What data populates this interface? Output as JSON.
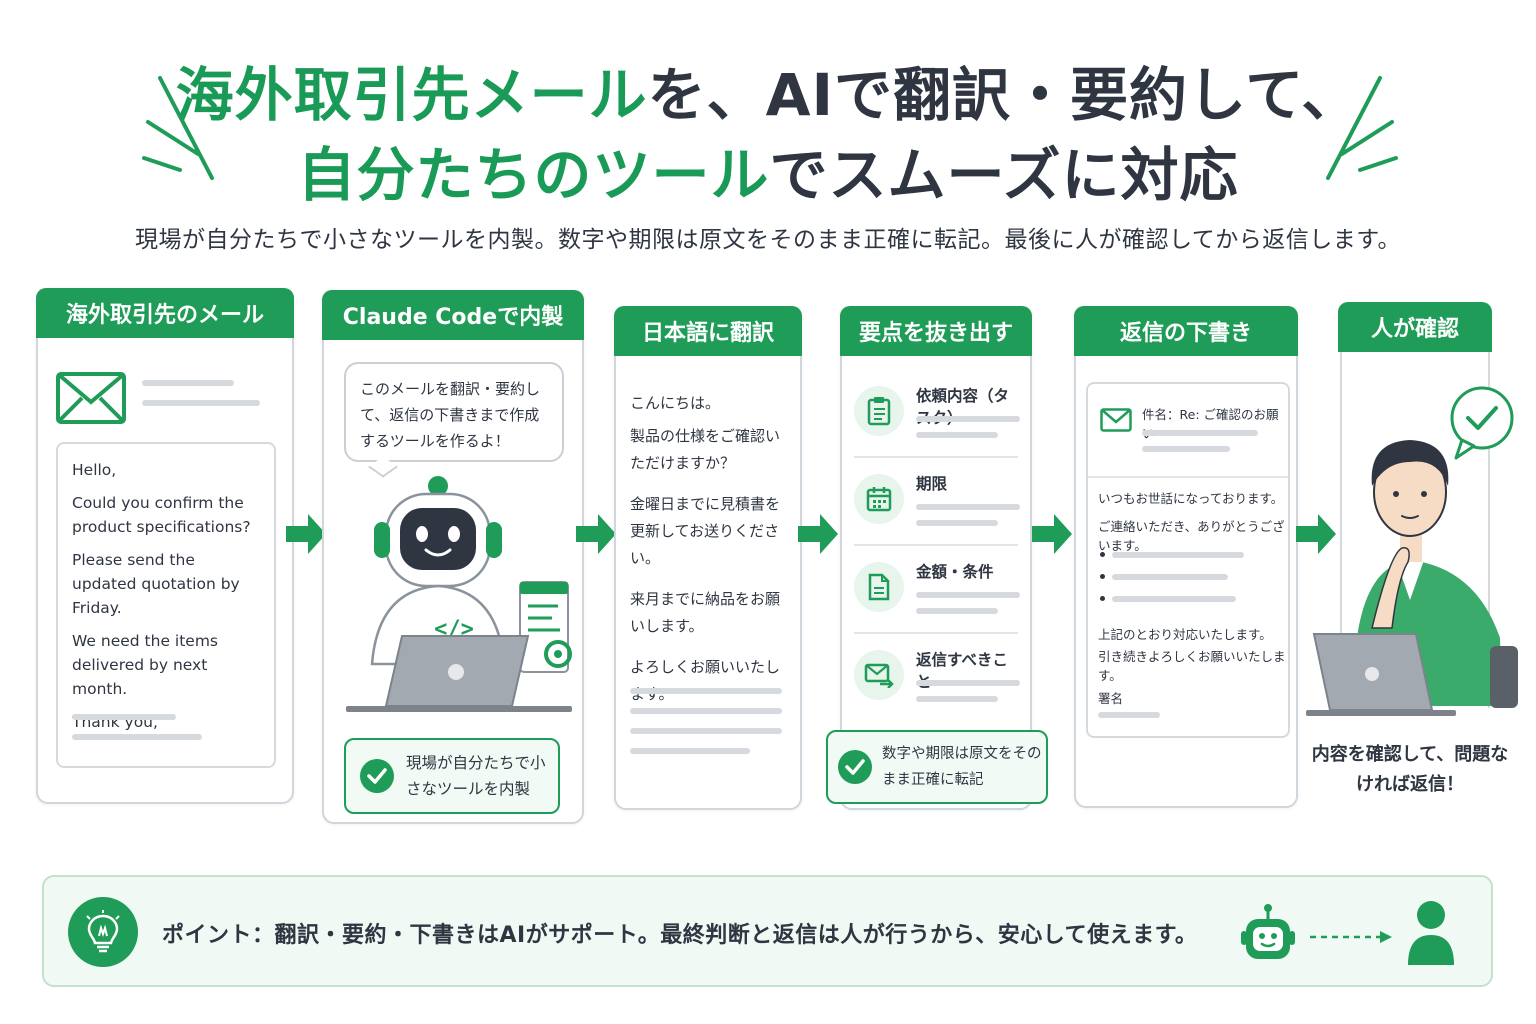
{
  "title": {
    "line1_green": "海外取引先メール",
    "line1_dark": "を、AIで翻訳・要約して、",
    "line2_green": "自分たちのツール",
    "line2_dark": "でスムーズに対応"
  },
  "subtitle": "現場が自分たちで小さなツールを内製。数字や期限は原文をそのまま正確に転記。最後に人が確認してから返信します。",
  "steps": {
    "email": {
      "header": "海外取引先のメール",
      "lines": [
        "Hello,",
        "Could you confirm the product specifications?",
        "Please send the updated quotation by Friday.",
        "We need the items delivered by next month.",
        "Thank you,"
      ]
    },
    "build": {
      "header": "Claude Codeで内製",
      "bubble": "このメールを翻訳・要約して、返信の下書きまで作成するツールを作るよ！",
      "code_symbol": "</>",
      "check": "現場が自分たちで小さなツールを内製"
    },
    "translate": {
      "header": "日本語に翻訳",
      "lines": [
        "こんにちは。",
        "製品の仕様をご確認いただけますか？",
        "金曜日までに見積書を更新してお送りください。",
        "来月までに納品をお願いします。",
        "よろしくお願いいたします。"
      ]
    },
    "extract": {
      "header": "要点を抜き出す",
      "items": [
        "依頼内容（タスク）",
        "期限",
        "金額・条件",
        "返信すべきこと"
      ],
      "check": "数字や期限は原文をそのまま正確に転記"
    },
    "draft": {
      "header": "返信の下書き",
      "subject": "件名：Re: ご確認のお願い",
      "greeting": "いつもお世話になっております。",
      "thanks": "ご連絡いただき、ありがとうございます。",
      "closing1": "上記のとおり対応いたします。",
      "closing2": "引き続きよろしくお願いいたします。",
      "signature": "署名"
    },
    "confirm": {
      "header": "人が確認",
      "caption": "内容を確認して、問題なければ返信！"
    }
  },
  "point": {
    "text": "ポイント：翻訳・要約・下書きはAIがサポート。最終判断と返信は人が行うから、安心して使えます。"
  },
  "colors": {
    "brand_green": "#1f9c58",
    "text_dark": "#2f3642",
    "line_gray": "#d6dadf"
  }
}
